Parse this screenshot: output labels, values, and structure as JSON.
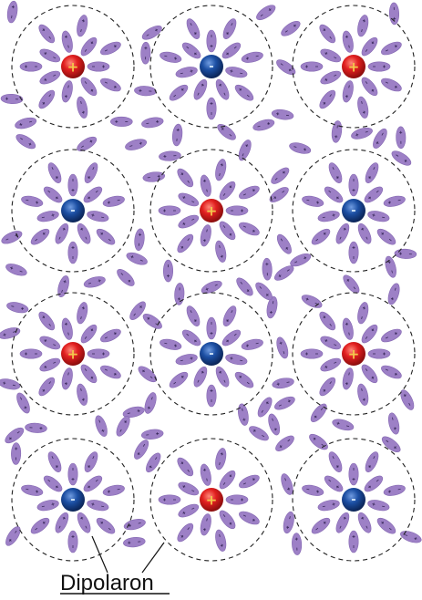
{
  "label": {
    "text": "Dipolaron"
  },
  "colors": {
    "dipole": "#9d80c6",
    "dipole_edge": "#8467b2",
    "cation": "#e11f1f",
    "anion": "#1c4fa3",
    "halo_stroke": "#222222",
    "sign_plus": "#f2c94c",
    "sign_minus": "#cfe3f7"
  },
  "ions": [
    {
      "charge": "+",
      "row": 1,
      "col": 1
    },
    {
      "charge": "-",
      "row": 1,
      "col": 2
    },
    {
      "charge": "+",
      "row": 1,
      "col": 3
    },
    {
      "charge": "-",
      "row": 2,
      "col": 1
    },
    {
      "charge": "+",
      "row": 2,
      "col": 2
    },
    {
      "charge": "-",
      "row": 2,
      "col": 3
    },
    {
      "charge": "+",
      "row": 3,
      "col": 1
    },
    {
      "charge": "-",
      "row": 3,
      "col": 2
    },
    {
      "charge": "+",
      "row": 3,
      "col": 3
    },
    {
      "charge": "-",
      "row": 4,
      "col": 1
    },
    {
      "charge": "+",
      "row": 4,
      "col": 2
    },
    {
      "charge": "-",
      "row": 4,
      "col": 3
    }
  ]
}
